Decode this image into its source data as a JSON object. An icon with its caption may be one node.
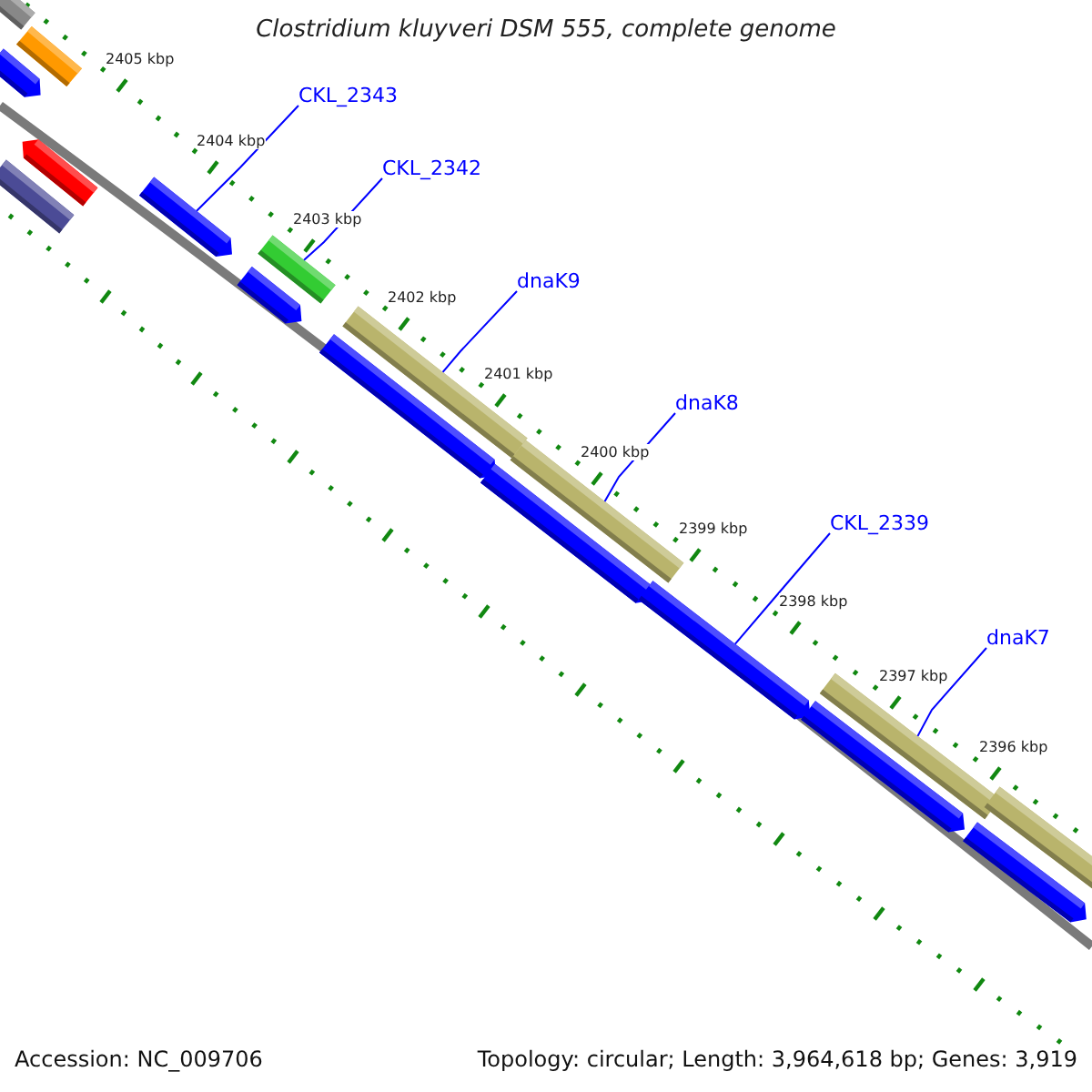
{
  "diagram": {
    "title": "Clostridium kluyveri DSM 555, complete genome",
    "nodes": [
      {
        "text": [
          "CKL_2343"
        ]
      },
      {
        "text": [
          "CKL_2342"
        ]
      },
      {
        "text": [
          "dnaK9"
        ]
      },
      {
        "text": [
          "dnaK8"
        ]
      },
      {
        "text": [
          "CKL_2339"
        ]
      },
      {
        "text": [
          "dnaK7"
        ]
      },
      {
        "text": [],
        "shape": "bar"
      },
      {
        "text": [],
        "shape": "bar"
      },
      {
        "text": [],
        "shape": "bar"
      },
      {
        "text": [],
        "shape": "bar"
      },
      {
        "text": [],
        "shape": "bar"
      },
      {
        "text": [],
        "shape": "bar"
      },
      {
        "text": [],
        "shape": "bar"
      },
      {
        "text": [],
        "shape": "bar"
      },
      {
        "text": [],
        "shape": "bar"
      },
      {
        "text": [],
        "shape": "bar"
      },
      {
        "text": [],
        "shape": "bar"
      },
      {
        "text": [],
        "shape": "bar"
      },
      {
        "text": [],
        "shape": "bar"
      },
      {
        "text": [],
        "shape": "bar"
      },
      {
        "text": [],
        "shape": "bar"
      },
      {
        "text": [],
        "shape": "bar"
      },
      {
        "text": [],
        "shape": "bar"
      }
    ],
    "edges": [
      {
        "from": 0,
        "to": 11,
        "arrow": "none"
      },
      {
        "from": 1,
        "to": 12,
        "arrow": "none"
      },
      {
        "from": 2,
        "to": 14,
        "arrow": "none"
      },
      {
        "from": 3,
        "to": 16,
        "arrow": "none"
      },
      {
        "from": 4,
        "to": 18,
        "arrow": "none"
      },
      {
        "from": 5,
        "to": 19,
        "arrow": "none"
      }
    ],
    "labels": [
      "2405 kbp",
      "2404 kbp",
      "2403 kbp",
      "2402 kbp",
      "2401 kbp",
      "2400 kbp",
      "2399 kbp",
      "2398 kbp",
      "2397 kbp",
      "2396 kbp",
      "Accession: NC_009706",
      "Topology: circular; Length: 3,964,618 bp; Genes: 3,919"
    ]
  }
}
